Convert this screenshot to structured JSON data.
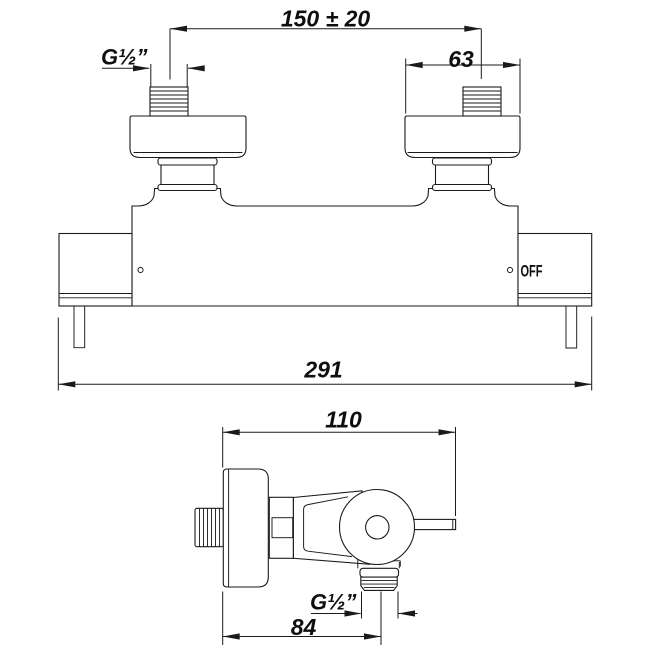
{
  "drawing": {
    "background": "#ffffff",
    "line_color": "#1a1a1a",
    "text_color": "#0f0f0f",
    "front_view": {
      "dim_center_distance": "150 ± 20",
      "dim_inlet_thread": "G½”",
      "dim_union_cap": "63",
      "dim_overall_width": "291",
      "handle_label": "OFF"
    },
    "side_view": {
      "dim_depth": "110",
      "dim_outlet_thread": "G½”",
      "dim_outlet_offset": "84"
    }
  }
}
